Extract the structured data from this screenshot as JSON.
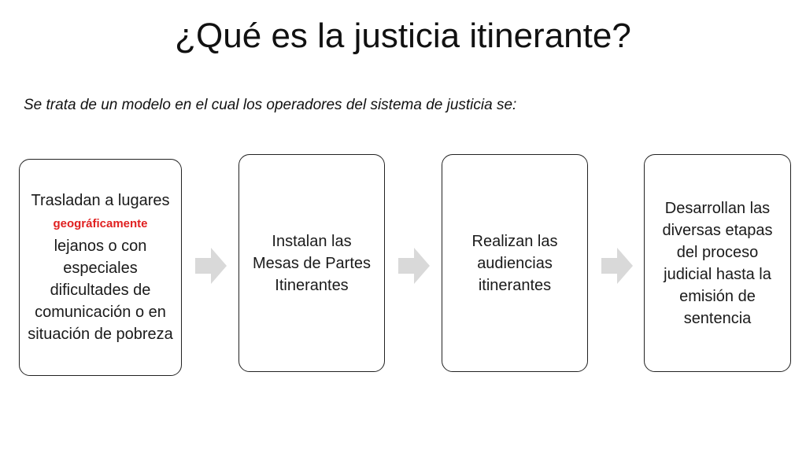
{
  "slide": {
    "title": "¿Qué es la justicia itinerante?",
    "subtitle": "Se trata de un modelo en el cual los operadores del sistema de justicia se:"
  },
  "steps": [
    {
      "text_before": "Trasladan a lugares",
      "highlight": "geográficamente",
      "text_after": "lejanos o con especiales dificultades de comunicación o en situación de pobreza"
    },
    {
      "text": "Instalan las Mesas de Partes Itinerantes"
    },
    {
      "text": "Realizan las audiencias itinerantes"
    },
    {
      "text": "Desarrollan las diversas etapas del proceso judicial hasta la emisión de sentencia"
    }
  ],
  "colors": {
    "highlight": "#e02020",
    "arrow_fill": "#d9d9d9",
    "border": "#222222"
  },
  "icons": {
    "arrow": "right-arrow-icon"
  }
}
